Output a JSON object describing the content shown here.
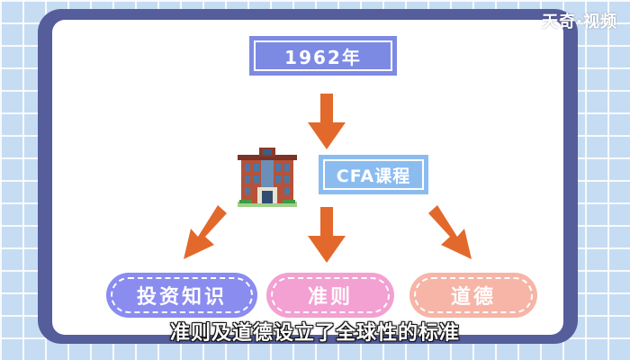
{
  "watermark": "天奇·视频",
  "diagram": {
    "year_label": "1962年",
    "course_label": "CFA课程",
    "branches": [
      {
        "label": "投资知识",
        "color": "#8a8cf0"
      },
      {
        "label": "准则",
        "color": "#f3a0d2"
      },
      {
        "label": "道德",
        "color": "#f6b5a7"
      }
    ]
  },
  "subtitle": "准则及道德设立了全球性的标准",
  "colors": {
    "arrow": "#e2692b",
    "frame": "#555d9a",
    "year_box": "#7c8ae4",
    "course_box": "#8bbcf0"
  },
  "icons": {
    "building": "school-building-icon",
    "arrows": "arrow-down-icon"
  }
}
